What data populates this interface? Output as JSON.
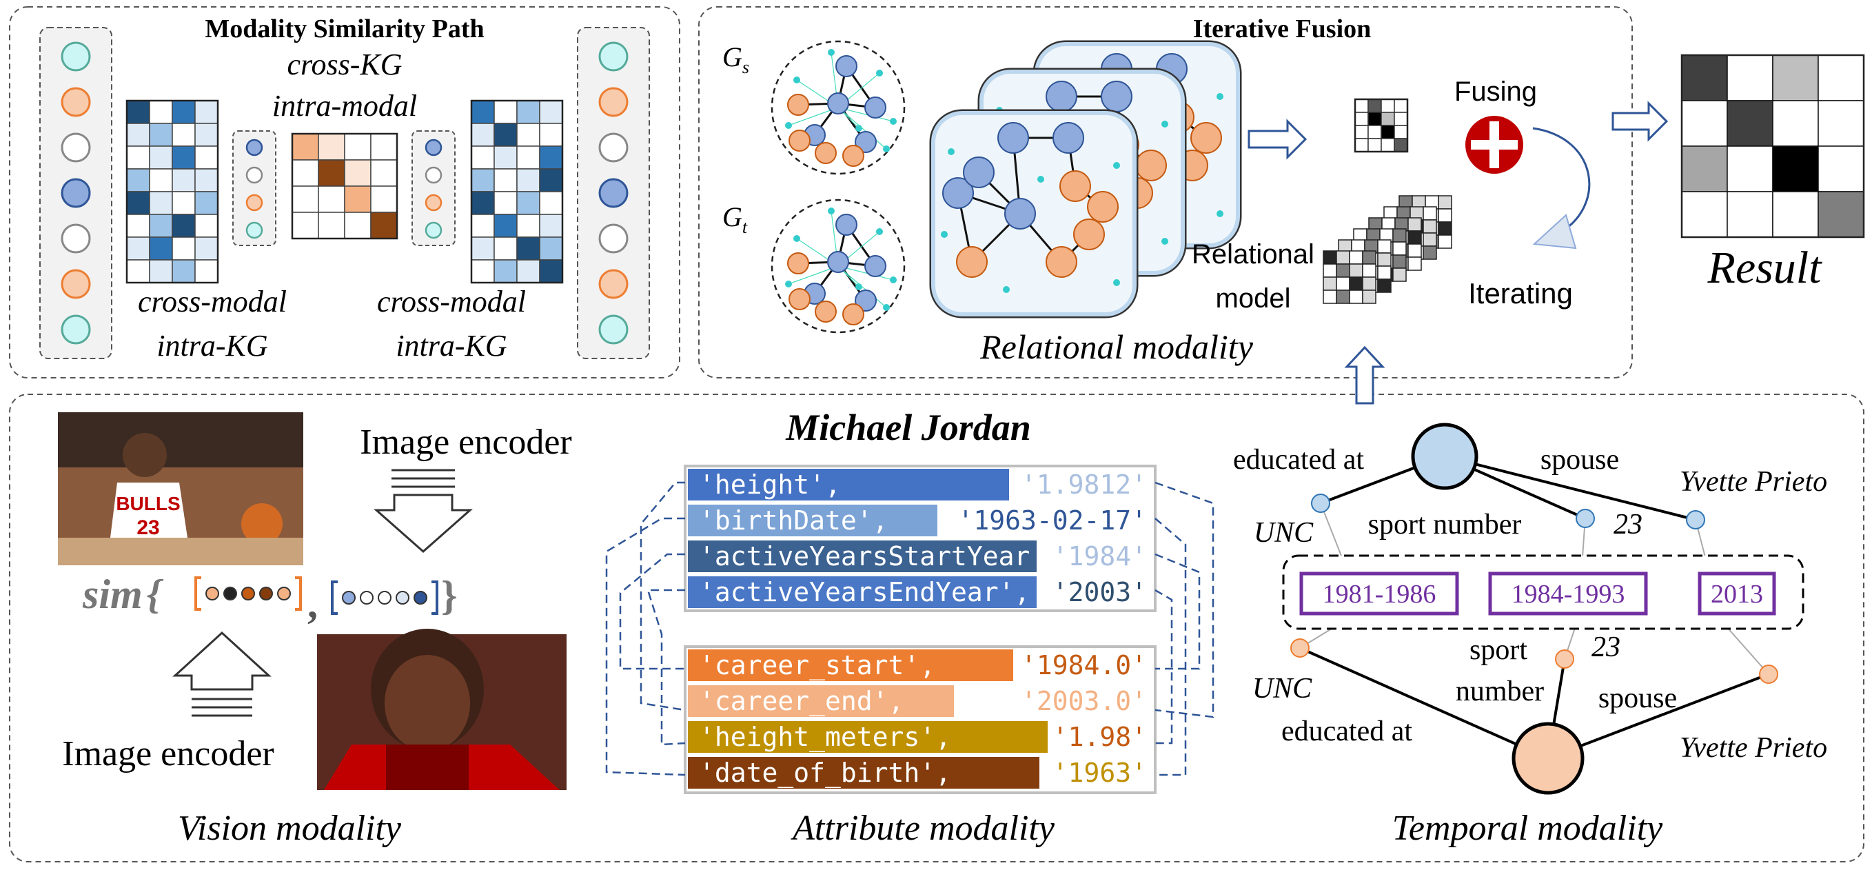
{
  "panels": {
    "similarity": {
      "title": "Modality Similarity Path",
      "cross_kg": "cross-KG",
      "intra_modal": "intra-modal",
      "cross_modal_left": "cross-modal",
      "intra_kg_left": "intra-KG",
      "cross_modal_right": "cross-modal",
      "intra_kg_right": "intra-KG"
    },
    "fusion": {
      "title": "Iterative Fusion",
      "gs": "G",
      "gs_sub": "s",
      "gt": "G",
      "gt_sub": "t",
      "relational_model_1": "Relational",
      "relational_model_2": "model",
      "relational_modality": "Relational modality",
      "fusing": "Fusing",
      "iterating": "Iterating"
    },
    "result": {
      "label": "Result"
    },
    "vision": {
      "encoder_top": "Image encoder",
      "encoder_bottom": "Image encoder",
      "sim": "sim",
      "open_brace": "{",
      "comma": ",",
      "close_brace": "}",
      "label": "Vision modality"
    },
    "attribute": {
      "entity": "Michael Jordan",
      "label": "Attribute modality",
      "top_rows": [
        {
          "key": "'height',",
          "value": "'1.9812'",
          "bar": "#4472c4",
          "val_color": "#a9bfdf"
        },
        {
          "key": "'birthDate',",
          "value": "'1963-02-17'",
          "bar": "#7ba3d6",
          "val_color": "#2f5597"
        },
        {
          "key": "'activeYearsStartYear',",
          "value": "'1984'",
          "bar": "#3b6290",
          "val_color": "#a9bfdf"
        },
        {
          "key": "'activeYearsEndYear',",
          "value": "'2003'",
          "bar": "#4a78c6",
          "val_color": "#2f4f6f"
        }
      ],
      "bottom_rows": [
        {
          "key": "'career_start',",
          "value": "'1984.0'",
          "bar": "#ed7d31",
          "val_color": "#c55a11"
        },
        {
          "key": "'career_end',",
          "value": "'2003.0'",
          "bar": "#f4b183",
          "val_color": "#f4b183"
        },
        {
          "key": "'height_meters',",
          "value": "'1.98'",
          "bar": "#bf9000",
          "val_color": "#c55a11"
        },
        {
          "key": "'date_of_birth',",
          "value": "'1963'",
          "bar": "#843c0c",
          "val_color": "#bf9000"
        }
      ]
    },
    "temporal": {
      "educated_at_top": "educated at",
      "spouse_top": "spouse",
      "yvette_top": "Yvette Prieto",
      "unc_top": "UNC",
      "sport_number_top": "sport number",
      "n23_top": "23",
      "span1": "1981-1986",
      "span2": "1984-1993",
      "span3": "2013",
      "sport_1": "sport",
      "number_1": "number",
      "n23_bottom": "23",
      "unc_bottom": "UNC",
      "spouse_bottom": "spouse",
      "educated_at_bottom": "educated at",
      "yvette_bottom": "Yvette Prieto",
      "label": "Temporal modality"
    }
  },
  "colors": {
    "blue_node": "#8faadc",
    "orange_node": "#f4b183",
    "cyan_node": "#ccf5f5",
    "matrix_dark": "#1f4e79",
    "matrix_mid": "#2e75b6",
    "matrix_light": "#deebf7",
    "purple": "#7030a0",
    "arrow_blue": "#2f5597",
    "fuse_red": "#c00000"
  }
}
